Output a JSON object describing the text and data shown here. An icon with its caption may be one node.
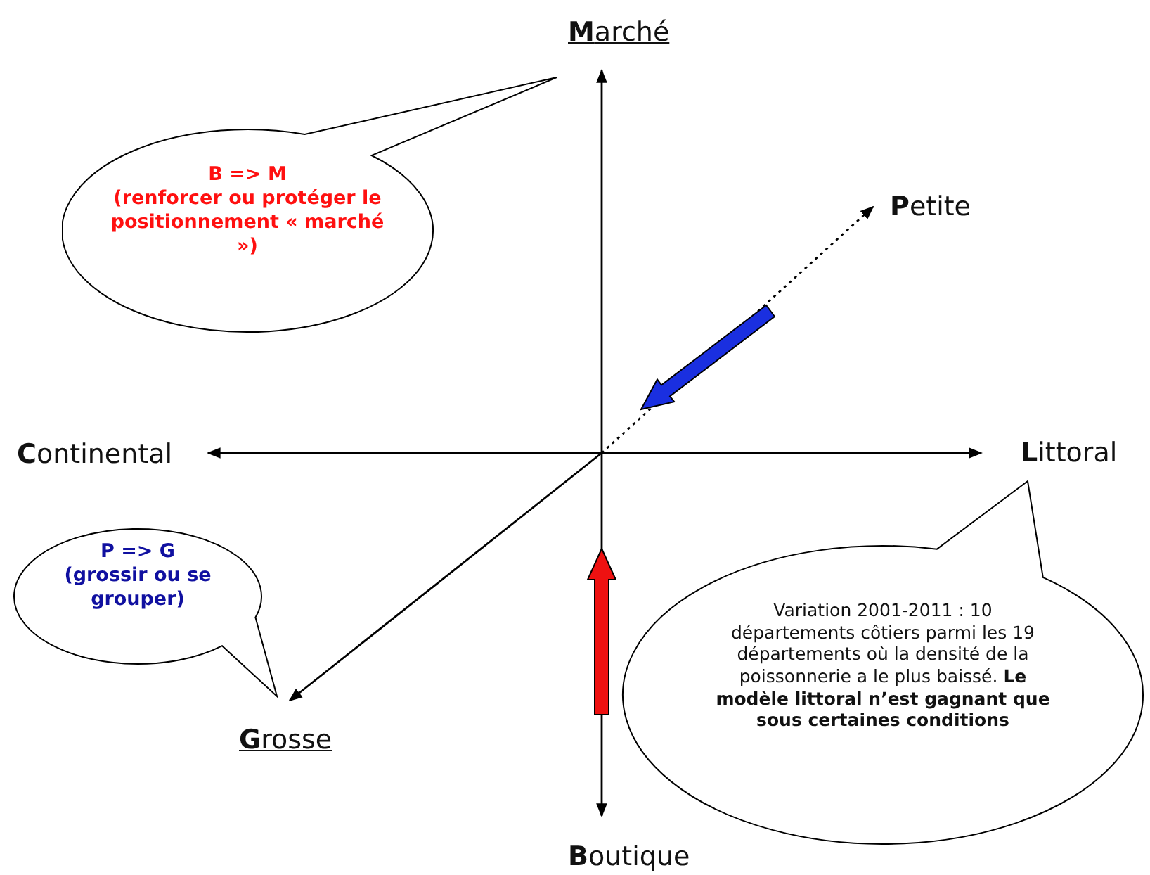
{
  "diagram": {
    "nodes": [
      {
        "text": [
          "B => M",
          "(renforcer ou protéger le positionnement « marché »)"
        ]
      },
      {
        "text": [
          "P => G",
          "(grossir ou se grouper)"
        ]
      },
      {
        "text": [
          "Variation 2001-2011 : 10 départements côtiers parmi les 19 départements où la densité de la poissonnerie a le plus baissé. **Le modèle littoral n’est gagnant que sous certaines conditions**"
        ]
      }
    ],
    "labels": [
      "**M**arché",
      "**P**etite",
      "**C**ontinental",
      "**L**ittoral",
      "**G**rosse",
      "**B**outique"
    ]
  }
}
